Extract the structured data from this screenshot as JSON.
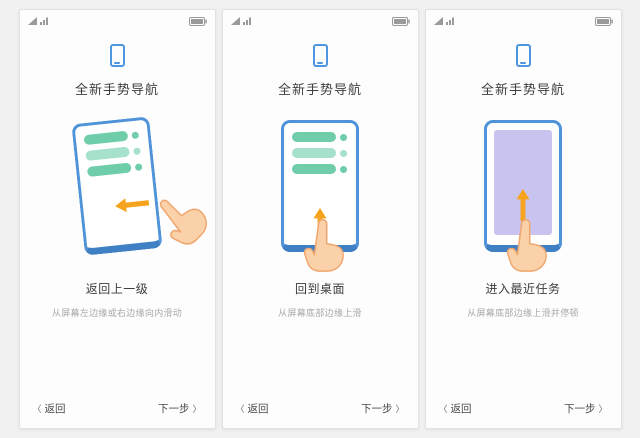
{
  "colors": {
    "accent_blue": "#4f93d8",
    "list_bar_green": "#6fcdaa",
    "list_bar_green_light": "#a5e1cb",
    "recents_lavender": "#c9c3ef",
    "arrow_orange": "#f6a41d",
    "hand_skin": "#fbd1a9",
    "background": "#f1f1f1"
  },
  "nav": {
    "back_label": "返回",
    "next_label": "下一步",
    "back_chevron": "〈",
    "next_chevron": "〉"
  },
  "panels": [
    {
      "title": "全新手势导航",
      "subtitle": "返回上一级",
      "description": "从屏幕左边缘或右边缘向内滑动",
      "gesture": "swipe-left-from-edge"
    },
    {
      "title": "全新手势导航",
      "subtitle": "回到桌面",
      "description": "从屏幕底部边缘上滑",
      "gesture": "swipe-up-from-bottom"
    },
    {
      "title": "全新手势导航",
      "subtitle": "进入最近任务",
      "description": "从屏幕底部边缘上滑并停顿",
      "gesture": "swipe-up-and-hold"
    }
  ]
}
